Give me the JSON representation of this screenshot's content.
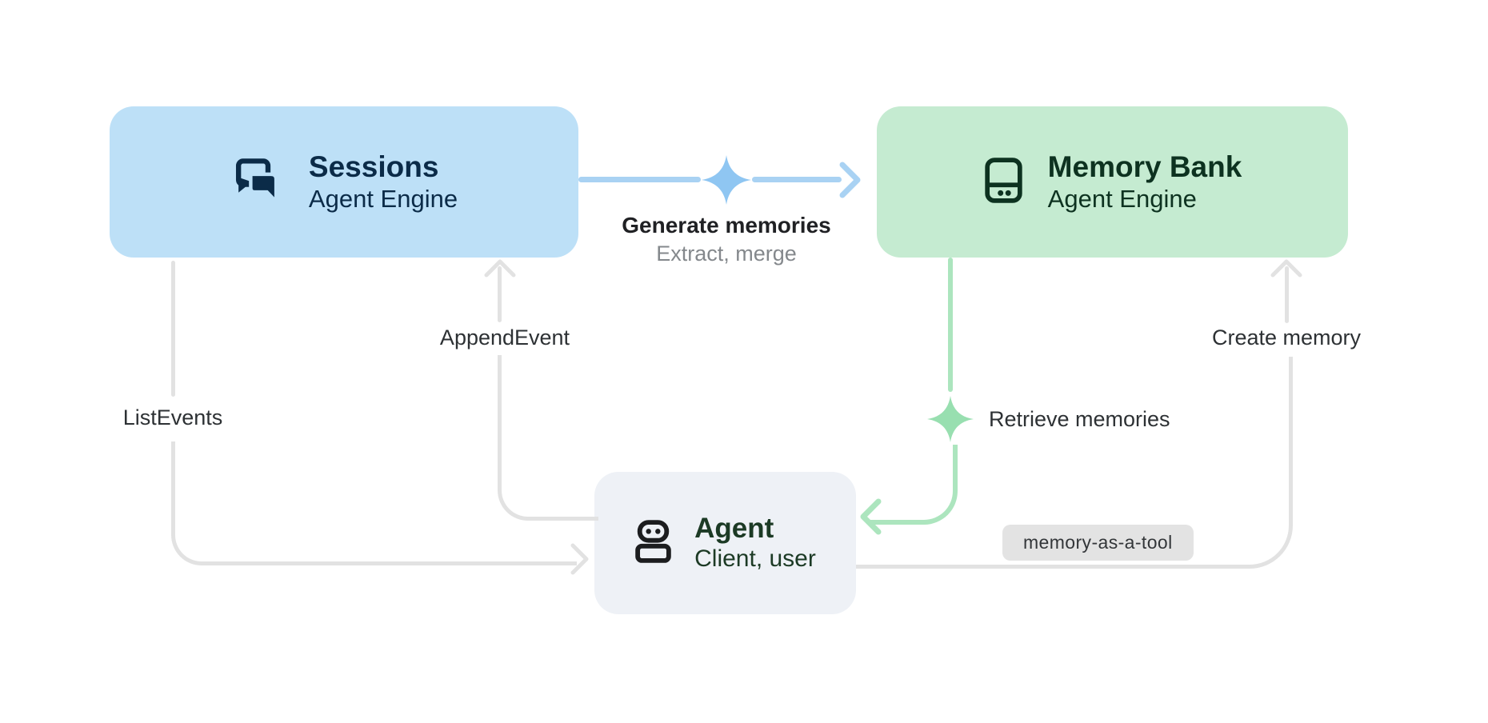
{
  "diagram": {
    "background": "#FFFFFF",
    "label_color": "#2D3134"
  },
  "nodes": {
    "sessions": {
      "title": "Sessions",
      "subtitle": "Agent Engine",
      "icon": "chat-bubbles-icon",
      "bg": "#BDE0F7",
      "fg": "#0B2B48"
    },
    "memory_bank": {
      "title": "Memory Bank",
      "subtitle": "Agent Engine",
      "icon": "storage-drive-icon",
      "bg": "#C5EBD1",
      "fg": "#0D3220"
    },
    "agent": {
      "title": "Agent",
      "subtitle": "Client, user",
      "icon": "robot-icon",
      "bg": "#EEF1F6",
      "fg": "#1C3A25"
    }
  },
  "edges": {
    "generate_memories": {
      "label": "Generate memories",
      "sublabel": "Extract, merge",
      "from": "sessions",
      "to": "memory_bank",
      "color": "#A9D2F3",
      "sparkle_icon": "sparkle-icon",
      "label_color": "#202124",
      "sublabel_color": "#84888C"
    },
    "retrieve_memories": {
      "label": "Retrieve memories",
      "from": "memory_bank",
      "to": "agent",
      "color": "#ACE5BE",
      "sparkle_icon": "sparkle-icon"
    },
    "append_event": {
      "label": "AppendEvent",
      "from": "agent",
      "to": "sessions",
      "color": "#E2E2E2"
    },
    "list_events": {
      "label": "ListEvents",
      "from": "sessions",
      "to": "agent",
      "color": "#E2E2E2"
    },
    "create_memory": {
      "label": "Create memory",
      "badge": "memory-as-a-tool",
      "from": "agent",
      "to": "memory_bank",
      "color": "#E2E2E2",
      "badge_bg": "#E3E3E3"
    }
  }
}
